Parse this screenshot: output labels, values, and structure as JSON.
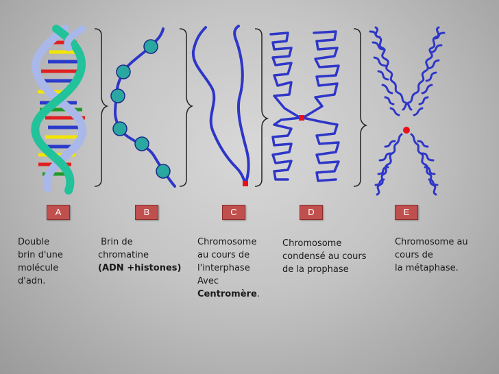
{
  "stages": [
    {
      "badge": "A",
      "lines": [
        "Double",
        "brin d'une",
        "molécule",
        "d'adn."
      ]
    },
    {
      "badge": "B",
      "lines": [
        " Brin de",
        "chromatine"
      ],
      "line3_open": "(",
      "line3_bold": "ADN +histones)"
    },
    {
      "badge": "C",
      "lines": [
        "Chromosome",
        "au cours de",
        "l'interphase",
        "Avec"
      ],
      "line5_bold": "Centromère",
      "line5_end": "."
    },
    {
      "badge": "D",
      "lines": [
        "Chromosome",
        "condensé au cours",
        "de la prophase"
      ]
    },
    {
      "badge": "E",
      "lines": [
        "Chromosome au",
        "cours de",
        "la métaphase."
      ]
    }
  ],
  "colors": {
    "badge": "#c0504d",
    "chromatin": "#2e36c8",
    "nucleosome": "#2aa7a0",
    "centromere": "#e8101a",
    "helix": "#22c29a",
    "helix_strand2": "#a9b8e8"
  }
}
